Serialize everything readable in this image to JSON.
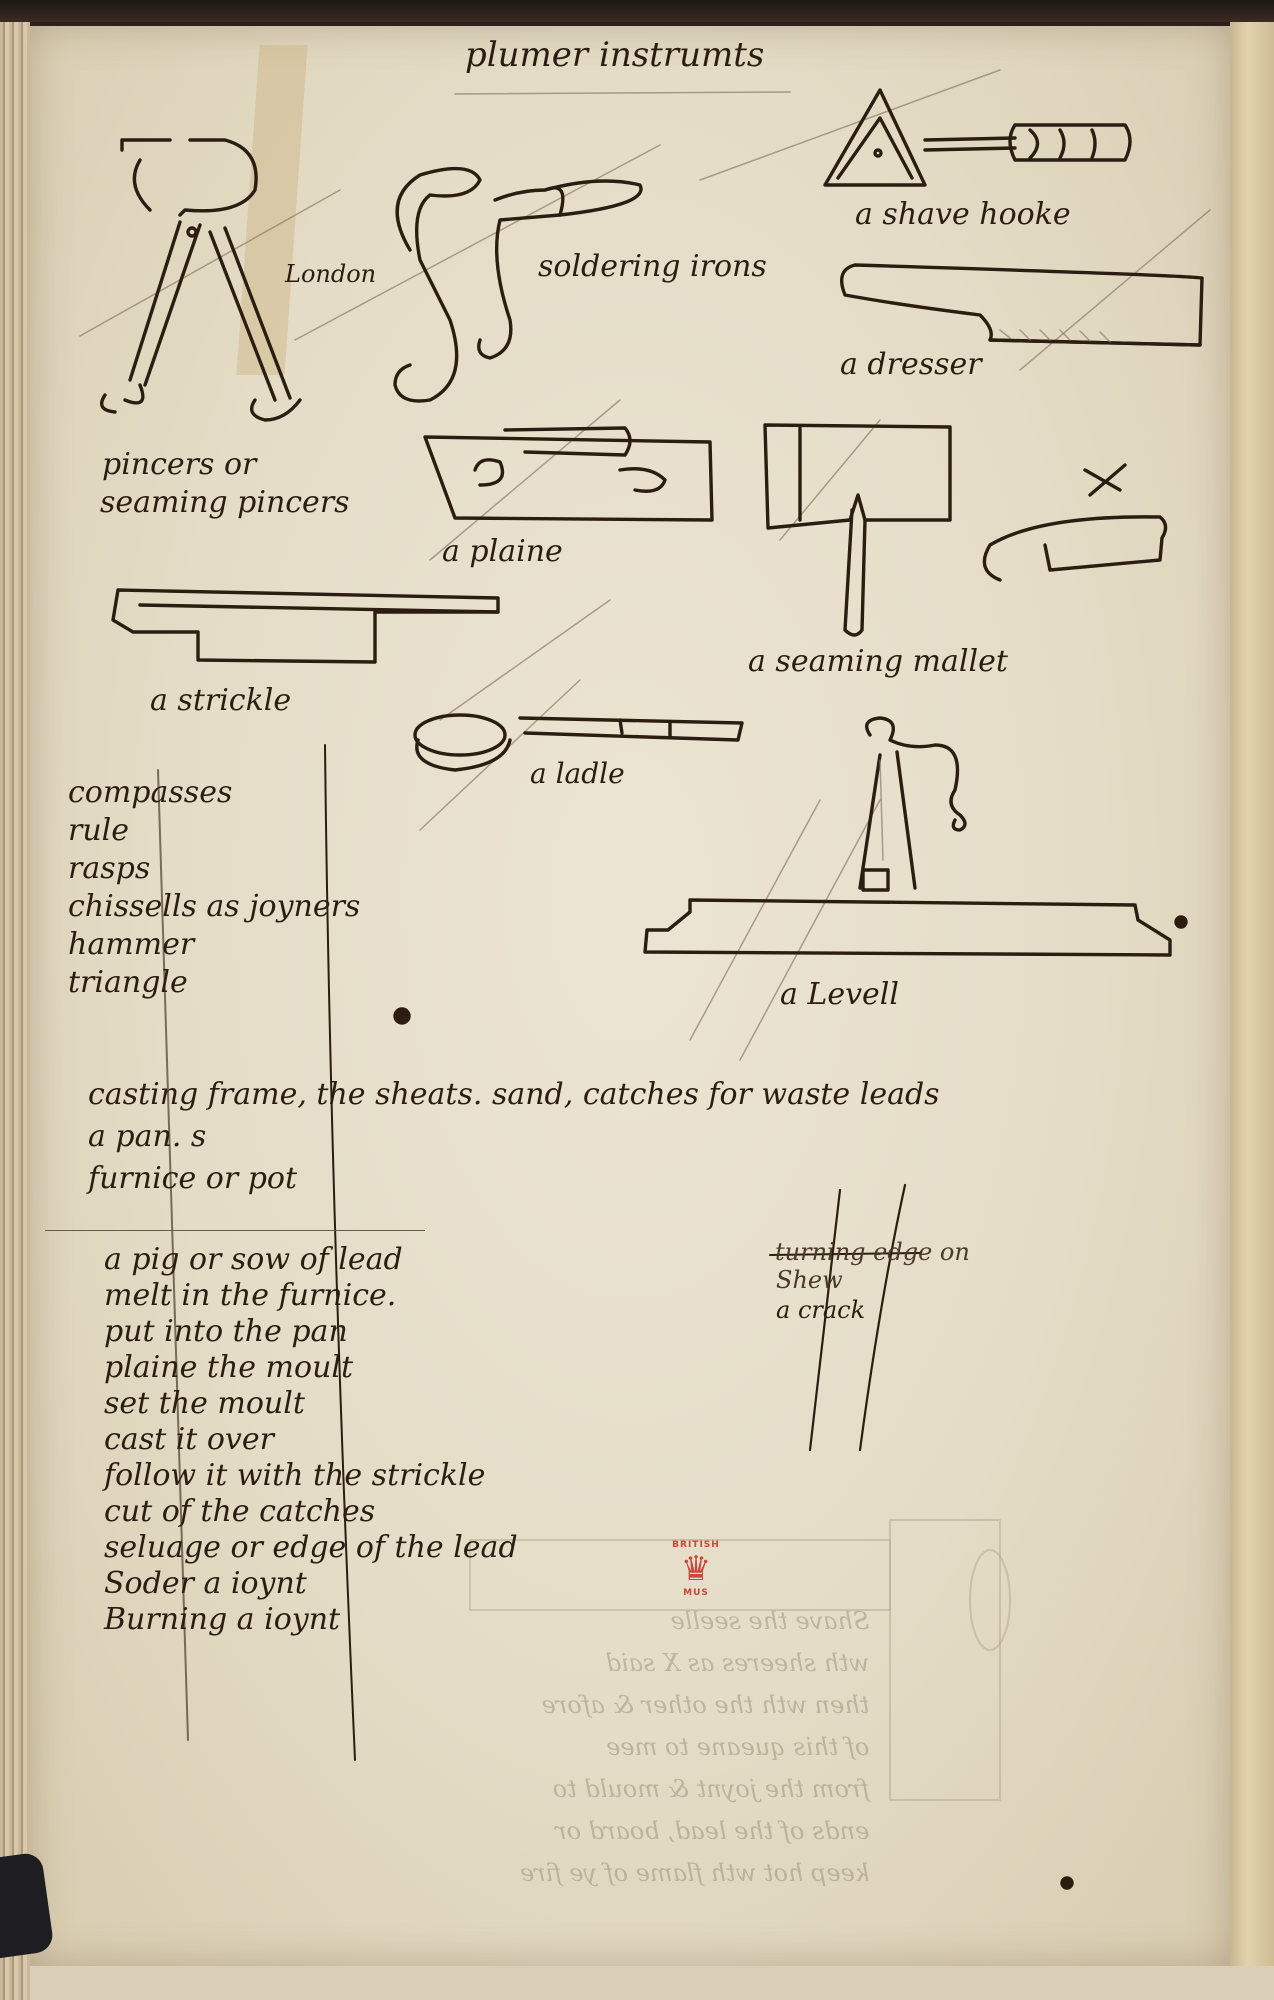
{
  "document": {
    "type": "manuscript page",
    "heading": "plumer instrumts"
  },
  "drawings": [
    {
      "id": "pincers",
      "label_lines": [
        "pincers or",
        "seaming pincers"
      ]
    },
    {
      "id": "soldering-irons",
      "label_left": "London",
      "label_right": "soldering irons"
    },
    {
      "id": "shave-hooke",
      "label": "a shave hooke"
    },
    {
      "id": "dresser",
      "label": "a dresser"
    },
    {
      "id": "plaine",
      "label": "a plaine"
    },
    {
      "id": "seaming-mallet",
      "label": "a seaming mallet"
    },
    {
      "id": "strickle",
      "label": "a strickle"
    },
    {
      "id": "ladle",
      "label": "a ladle"
    },
    {
      "id": "levell",
      "label": "a Levell"
    },
    {
      "id": "hook-blade",
      "label": "",
      "mark": "×"
    }
  ],
  "tool_list": [
    "compasses",
    "rule",
    "rasps",
    "chissells as joyners",
    "hammer",
    "triangle"
  ],
  "casting_notes": [
    "casting frame, the sheats. sand, catches for waste leads",
    "a pan. s",
    "furnice or pot"
  ],
  "process_steps": [
    "a pig or sow of lead",
    "melt in the furnice.",
    "put into the pan",
    "plaine the moult",
    "set the moult",
    "cast it over",
    "follow it with the strickle",
    "cut of the catches",
    "seluage or edge of the lead",
    "Soder a ioynt",
    "Burning a ioynt"
  ],
  "margin_notes": {
    "struck_through": "turning edge on",
    "lines": [
      "Shew",
      "a crack"
    ]
  },
  "stamp": {
    "top_text": "BRITISH",
    "bottom_text": "MUS",
    "color": "#c8483a"
  },
  "ghost_text_lines": [
    "Shave the seelle",
    "wth sheeres as X said",
    "then wth the other & afore",
    "of this queane to mee",
    "from the joynt & mould to",
    "ends of the lead, board or",
    "keep hot wth flame of ye fire"
  ],
  "colors": {
    "ink": "#2b1d12",
    "paper": "#e4dcc6",
    "stamp": "#c8483a"
  }
}
